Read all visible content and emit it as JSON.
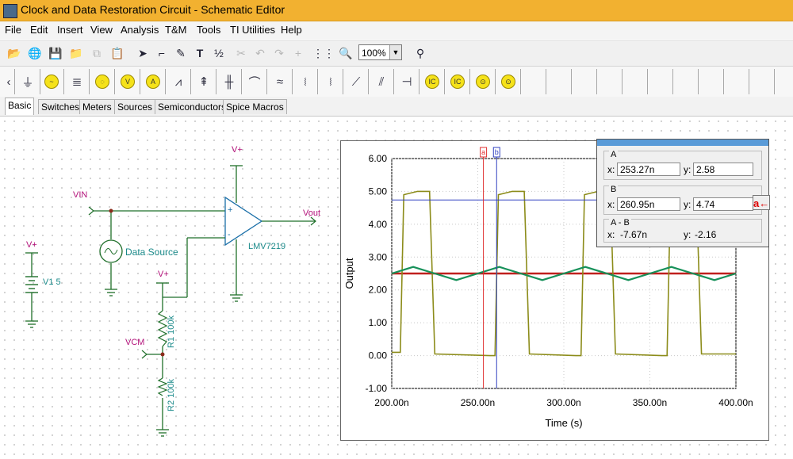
{
  "window": {
    "title": "Clock and Data Restoration Circuit - Schematic Editor"
  },
  "menu": [
    "File",
    "Edit",
    "Insert",
    "View",
    "Analysis",
    "T&M",
    "Tools",
    "TI Utilities",
    "Help"
  ],
  "toolbar": {
    "zoom_value": "100%"
  },
  "tabs": [
    "Basic",
    "Switches",
    "Meters",
    "Sources",
    "Semiconductors",
    "Spice Macros"
  ],
  "schematic": {
    "vin_label": "VIN",
    "data_source_label": "Data Source",
    "opamp_name": "LMV7219",
    "vout_label": "Vout",
    "vplus_top": "V+",
    "vplus_left": "V+",
    "vplus_r1": "V+",
    "v1_label": "V1 5",
    "vcm_label": "VCM",
    "r1_label": "R1 100k",
    "r2_label": "R2 100k",
    "plus_sign": "+",
    "minus_sign": "-"
  },
  "cursor_panel": {
    "a_label": "A",
    "b_label": "B",
    "ab_label": "A - B",
    "x_key": "x:",
    "y_key": "y:",
    "a_x": "253.27n",
    "a_y": "2.58",
    "b_x": "260.95n",
    "b_y": "4.74",
    "diff_x": "-7.67n",
    "diff_y": "-2.16",
    "cursor_button": "a←"
  },
  "chart_data": {
    "type": "line",
    "xlabel": "Time (s)",
    "ylabel": "Output",
    "xlim": [
      200,
      400
    ],
    "ylim": [
      -1,
      6
    ],
    "x_ticks": [
      "200.00n",
      "250.00n",
      "300.00n",
      "350.00n",
      "400.00n"
    ],
    "y_ticks": [
      "6.00",
      "5.00",
      "4.00",
      "3.00",
      "2.00",
      "1.00",
      "0.00",
      "-1.00"
    ],
    "grid": true,
    "cursor_markers": [
      {
        "label": "a",
        "x": 253.27,
        "color": "#e03030"
      },
      {
        "label": "b",
        "x": 260.95,
        "color": "#3040c0"
      }
    ],
    "cursor_b_y": 4.74,
    "colors": {
      "output": "#8c8c1a",
      "data_source": "#17915a",
      "vcm": "#c0201e"
    },
    "series": [
      {
        "x": [
          200,
          205,
          207,
          215,
          222,
          225,
          257,
          260,
          262,
          270,
          277,
          280,
          307,
          310,
          312,
          320,
          327,
          330,
          357,
          360,
          362,
          370,
          377,
          380,
          400
        ],
        "y": [
          0.1,
          0.1,
          4.9,
          5.0,
          5.0,
          0.05,
          0.0,
          0.0,
          4.9,
          5.0,
          5.0,
          0.05,
          0.0,
          0.0,
          4.9,
          5.0,
          5.0,
          0.05,
          0.0,
          0.0,
          4.9,
          5.0,
          5.0,
          0.05,
          0.05
        ]
      },
      {
        "x": [
          200,
          212.5,
          225,
          237.5,
          250,
          262.5,
          275,
          287.5,
          300,
          312.5,
          325,
          337.5,
          350,
          362.5,
          375,
          387.5,
          400
        ],
        "y": [
          2.5,
          2.7,
          2.5,
          2.3,
          2.5,
          2.7,
          2.5,
          2.3,
          2.5,
          2.7,
          2.5,
          2.3,
          2.5,
          2.7,
          2.5,
          2.3,
          2.5
        ]
      },
      {
        "x": [
          200,
          400
        ],
        "y": [
          2.5,
          2.5
        ]
      }
    ]
  }
}
